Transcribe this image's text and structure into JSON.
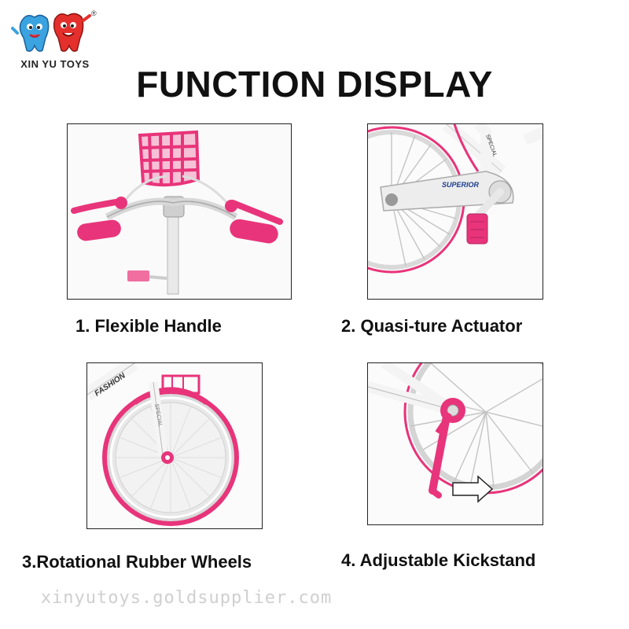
{
  "brand": {
    "name": "XIN YU TOYS",
    "mark": "®"
  },
  "title": "FUNCTION DISPLAY",
  "panels": [
    {
      "number": "1.",
      "label": "Flexible Handle"
    },
    {
      "number": "2.",
      "label": "Quasi-ture Actuator",
      "print": "SUPERIOR",
      "print2": "SPECIAL"
    },
    {
      "number": "3.",
      "label": "Rotational Rubber Wheels",
      "print": "FASHION",
      "print2": "SPECIAL"
    },
    {
      "number": "4.",
      "label": "Adjustable Kickstand"
    }
  ],
  "watermark": "xinyutoys.goldsupplier.com",
  "colors": {
    "pink": "#e8347a",
    "light_pink": "#f06ea0",
    "frame": "#f4f4f4",
    "text": "#111111"
  },
  "icons": {
    "logo": "cartoon-teeth-mascots-icon",
    "arrow": "right-arrow-outline-icon"
  }
}
